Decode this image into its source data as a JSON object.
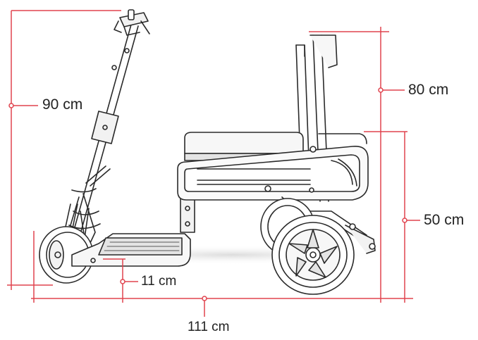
{
  "colors": {
    "dimension_line": "#e0434e",
    "outline": "#2a2a2a",
    "fill_light": "#f2f2f2",
    "fill_mid": "#d9d9d9",
    "ground_shadow": "#e6e6e6"
  },
  "dimensions": {
    "handlebar_height": "90 cm",
    "seat_back_height": "80 cm",
    "seat_height": "50 cm",
    "ground_clearance": "11 cm",
    "overall_length": "111 cm"
  }
}
